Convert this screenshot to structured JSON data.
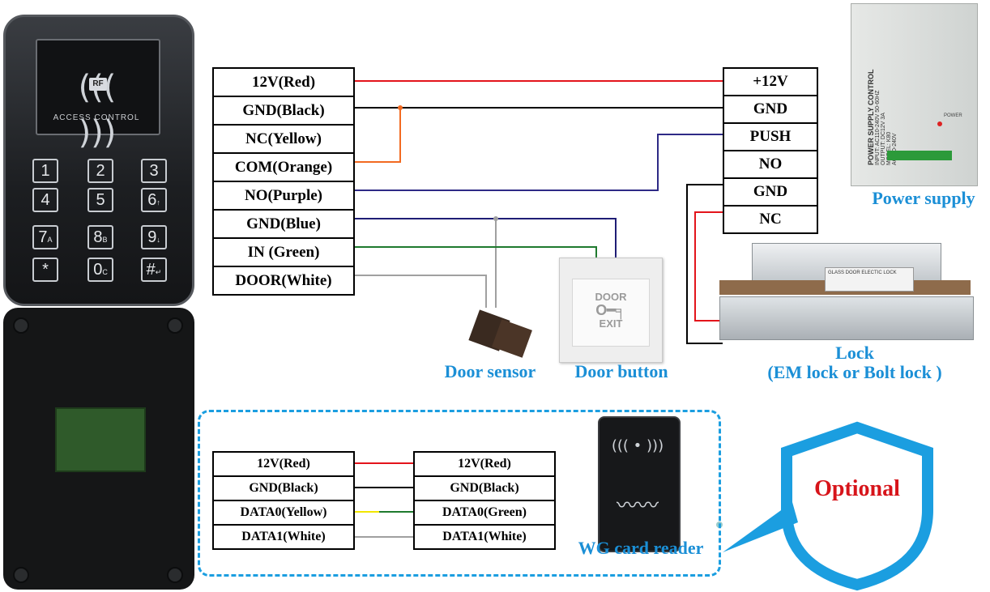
{
  "keypad": {
    "brand_label": "Access Control",
    "rf_text": "RF",
    "keys": [
      "1",
      "2",
      "3",
      "4",
      "5",
      "6",
      "7",
      "8",
      "9",
      "*",
      "0",
      "#"
    ],
    "key_subs": [
      "",
      "",
      "",
      "",
      "",
      "↑",
      "A",
      "B",
      "↓",
      "",
      "C",
      "↵"
    ]
  },
  "controller_terminals": [
    "12V(Red)",
    "GND(Black)",
    "NC(Yellow)",
    "COM(Orange)",
    "NO(Purple)",
    "GND(Blue)",
    "IN (Green)",
    "DOOR(White)"
  ],
  "psu_terminals": [
    "+12V",
    "GND",
    "PUSH",
    "NO",
    "GND",
    "NC"
  ],
  "power_supply": {
    "label": "Power supply",
    "print_lines": [
      "POWER SUPPLY CONTROL",
      "INPUT: AC110-240V 50-60HZ",
      "OUTPUT: DC12V 3A",
      "MODEL: K80",
      "AC110-240V"
    ],
    "power_mark": "POWER"
  },
  "lock": {
    "label_line1": "Lock",
    "label_line2": "(EM lock or Bolt lock )",
    "plate_text": "GLASS DOOR ELECTIC LOCK"
  },
  "door_sensor": {
    "label": "Door sensor"
  },
  "door_button": {
    "label": "Door button",
    "text_top": "DOOR",
    "text_bottom": "EXIT"
  },
  "wg_left_terminals": [
    "12V(Red)",
    "GND(Black)",
    "DATA0(Yellow)",
    "DATA1(White)"
  ],
  "wg_right_terminals": [
    "12V(Red)",
    "GND(Black)",
    "DATA0(Green)",
    "DATA1(White)"
  ],
  "wg_reader": {
    "label": "WG card reader"
  },
  "optional": {
    "label": "Optional"
  },
  "colors": {
    "red": "#e3141b",
    "black": "#000000",
    "orange": "#f26a21",
    "purple": "#2e2a86",
    "blue_wire": "#1f1d75",
    "green": "#1f7a2e",
    "white_wire": "#a0a0a0",
    "yellow": "#f2e600",
    "accent_blue": "#1b8fd6",
    "optional_red": "#d7141a"
  }
}
